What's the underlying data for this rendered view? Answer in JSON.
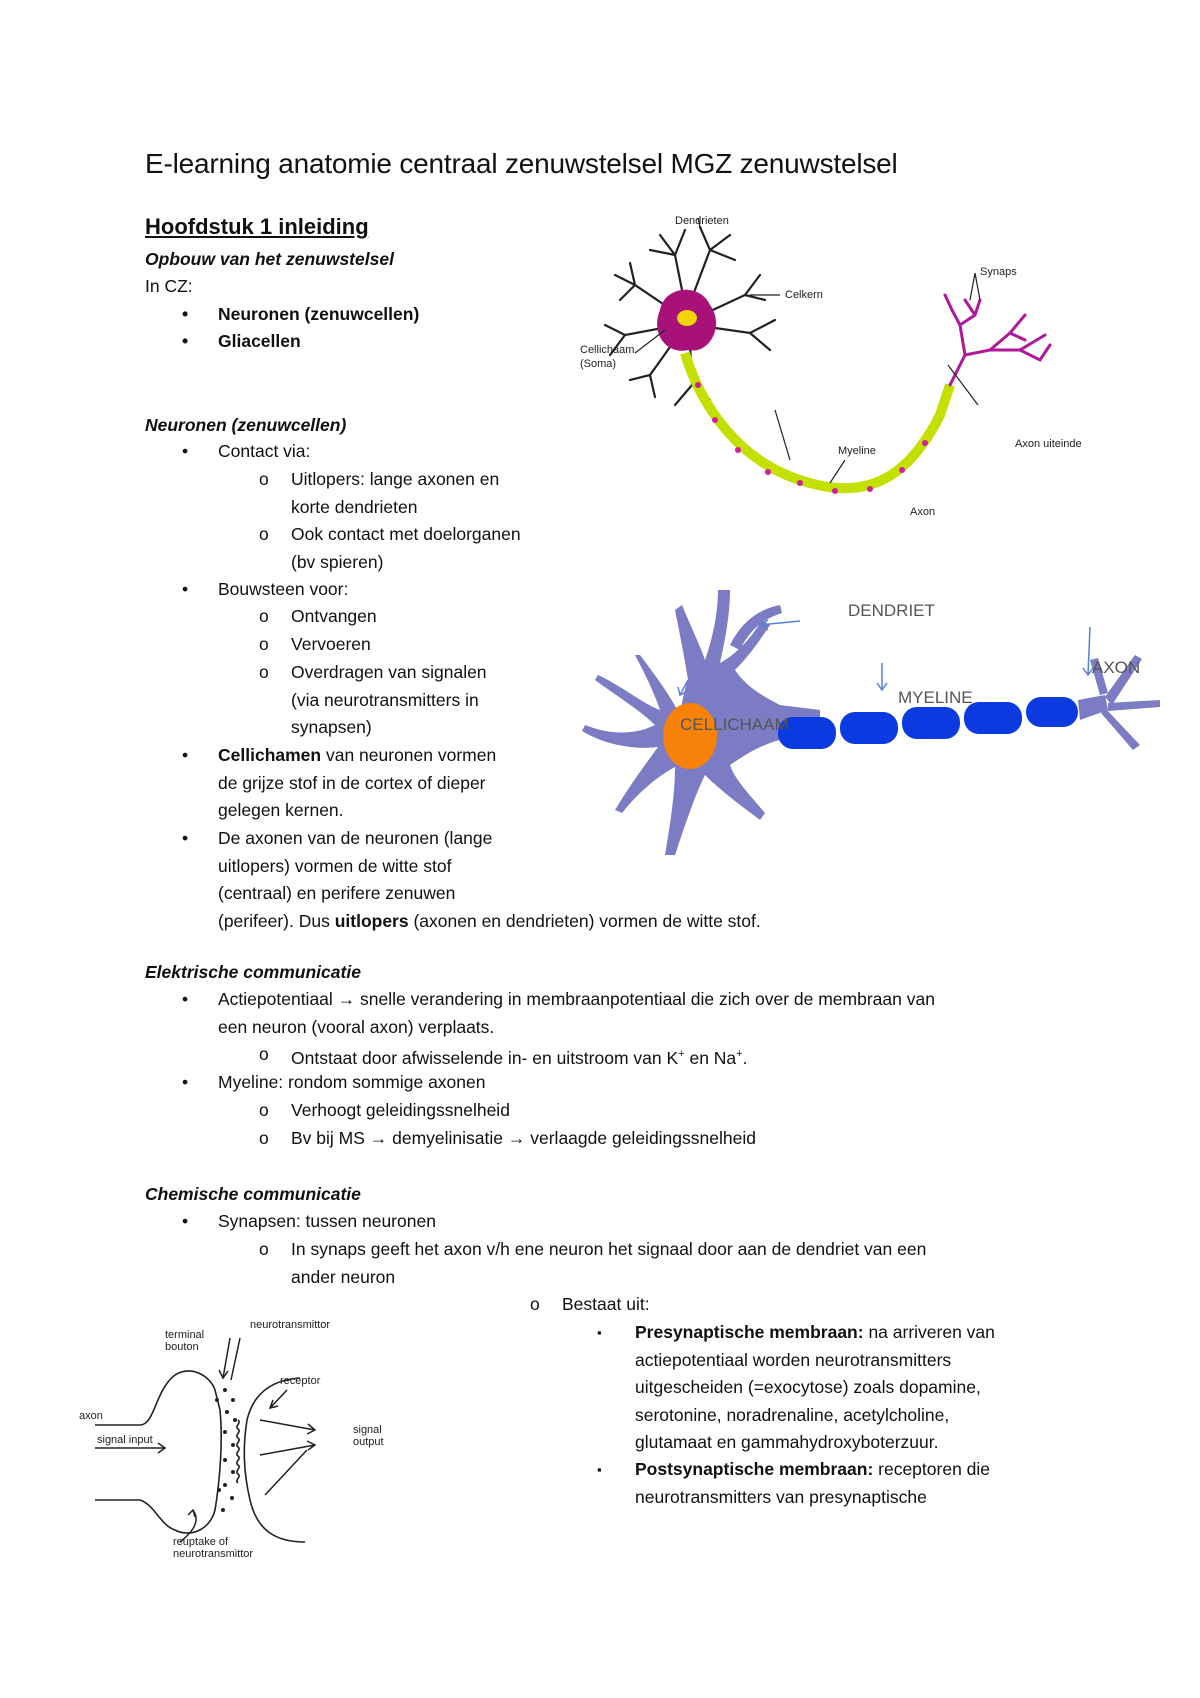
{
  "doc": {
    "title": "E-learning anatomie centraal zenuwstelsel MGZ zenuwstelsel",
    "chapter": "Hoofdstuk 1 inleiding",
    "s1": {
      "heading": "Opbouw van het zenuwstelsel",
      "intro": "In CZ:",
      "items": [
        "Neuronen (zenuwcellen)",
        "Gliacellen"
      ]
    },
    "s2": {
      "heading": "Neuronen (zenuwcellen)",
      "contact": "Contact via:",
      "contact_sub1_l1": "Uitlopers: lange axonen en",
      "contact_sub1_l2": "korte dendrieten",
      "contact_sub2_l1": "Ook contact met doelorganen",
      "contact_sub2_l2": "(bv spieren)",
      "bouwsteen": "Bouwsteen voor:",
      "bs1": "Ontvangen",
      "bs2": "Vervoeren",
      "bs3_l1": "Overdragen van signalen",
      "bs3_l2": "(via neurotransmitters in",
      "bs3_l3": "synapsen)",
      "cel_bold": "Cellichamen",
      "cel_l1_rest": " van neuronen vormen",
      "cel_l2": "de grijze stof in de cortex of dieper",
      "cel_l3": "gelegen kernen.",
      "ax_l1": "De axonen van de neuronen (lange",
      "ax_l2": "uitlopers) vormen de witte stof",
      "ax_l3": "(centraal) en perifere zenuwen",
      "ax_l4_a": "(perifeer). Dus ",
      "ax_l4_b": "uitlopers",
      "ax_l4_c": " (axonen en dendrieten) vormen de witte stof."
    },
    "s3": {
      "heading": "Elektrische communicatie",
      "ap_l1": "Actiepotentiaal → snelle verandering in membraanpotentiaal die zich over de membraan van",
      "ap_l2": "een neuron (vooral axon) verplaats.",
      "ap_sub": "Ontstaat door afwisselende in- en uitstroom van K",
      "ap_sub_sup1": "+",
      "ap_sub_mid": " en Na",
      "ap_sub_sup2": "+",
      "ap_sub_end": ".",
      "my": "Myeline: rondom sommige axonen",
      "my_sub1": "Verhoogt geleidingssnelheid",
      "my_sub2": "Bv bij MS → demyelinisatie → verlaagde geleidingssnelheid"
    },
    "s4": {
      "heading": "Chemische communicatie",
      "syn": "Synapsen: tussen neuronen",
      "syn_sub_l1": "In synaps geeft het axon v/h ene neuron het signaal door aan de dendriet van een",
      "syn_sub_l2": "ander neuron",
      "bestaat": "Bestaat uit:",
      "pre_bold": "Presynaptische membraan:",
      "pre_l1_rest": " na arriveren van",
      "pre_l2": "actiepotentiaal worden neurotransmitters",
      "pre_l3": "uitgescheiden (=exocytose) zoals dopamine,",
      "pre_l4": "serotonine, noradrenaline, acetylcholine,",
      "pre_l5": "glutamaat en gammahydroxyboterzuur.",
      "post_bold": "Postsynaptische membraan:",
      "post_l1_rest": " receptoren die",
      "post_l2": "neurotransmitters van presynaptische"
    },
    "bullet_dot": "•",
    "bullet_ring": "o",
    "bullet_square": "▪"
  },
  "fig1": {
    "labels": {
      "dendrieten": "Dendrieten",
      "synaps": "Synaps",
      "celkern": "Celkern",
      "cellichaam_1": "Cellichaam",
      "cellichaam_2": "(Soma)",
      "myeline": "Myeline",
      "axon_uiteinde": "Axon uiteinde",
      "axon": "Axon"
    },
    "colors": {
      "soma": "#a8107a",
      "nucleus": "#f2d400",
      "myelin": "#c4e000",
      "node": "#d0209a",
      "dendrite": "#222222"
    }
  },
  "fig2": {
    "labels": {
      "dendriet": "DENDRIET",
      "axon": "AXON",
      "myeline": "MYELINE",
      "cellichaam": "CELLICHAAM"
    },
    "colors": {
      "cell": "#7b7cc4",
      "nucleus": "#f7820a",
      "myelin": "#0a3ae0"
    }
  },
  "fig3": {
    "labels": {
      "terminal_1": "terminal",
      "terminal_2": "bouton",
      "neurotransmittor": "neurotransmittor",
      "receptor": "receptor",
      "axon": "axon",
      "signal_input": "signal input",
      "signal_output_1": "signal",
      "signal_output_2": "output",
      "reuptake_1": "reuptake of",
      "reuptake_2": "neurotransmittor"
    }
  }
}
